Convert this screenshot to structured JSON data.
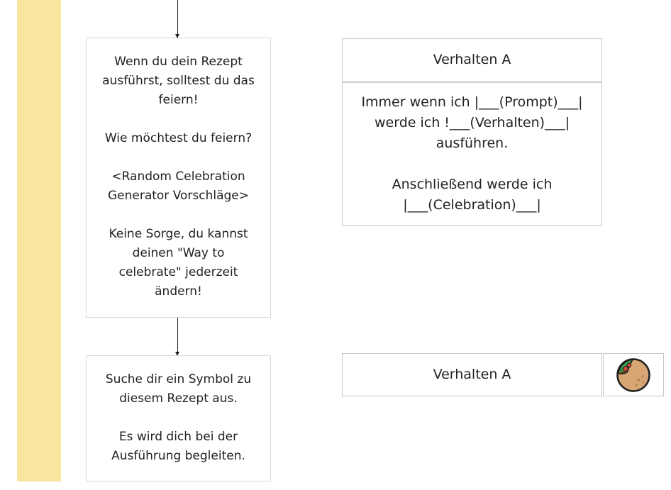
{
  "steps": [
    {
      "paragraphs": [
        "Wenn du dein Rezept ausführst, solltest du das feiern!",
        "Wie möchtest du feiern?",
        "<Random Celebration Generator Vorschläge>",
        "Keine Sorge, du kannst deinen \"Way to celebrate\" jederzeit ändern!"
      ]
    },
    {
      "paragraphs": [
        "Suche dir ein Symbol zu diesem Rezept aus.",
        "Es wird dich bei der Ausführung begleiten."
      ]
    }
  ],
  "preview_top": {
    "title": "Verhalten A",
    "paragraphs": [
      "Immer wenn ich |___(Prompt)___| werde ich !___(Verhalten)___| ausführen.",
      "Anschließend werde ich |___(Celebration)___|"
    ]
  },
  "preview_bottom": {
    "title": "Verhalten A",
    "icon": "burrito-icon"
  },
  "colors": {
    "lane": "#f8e6a0",
    "border": "#d9d9d9"
  }
}
